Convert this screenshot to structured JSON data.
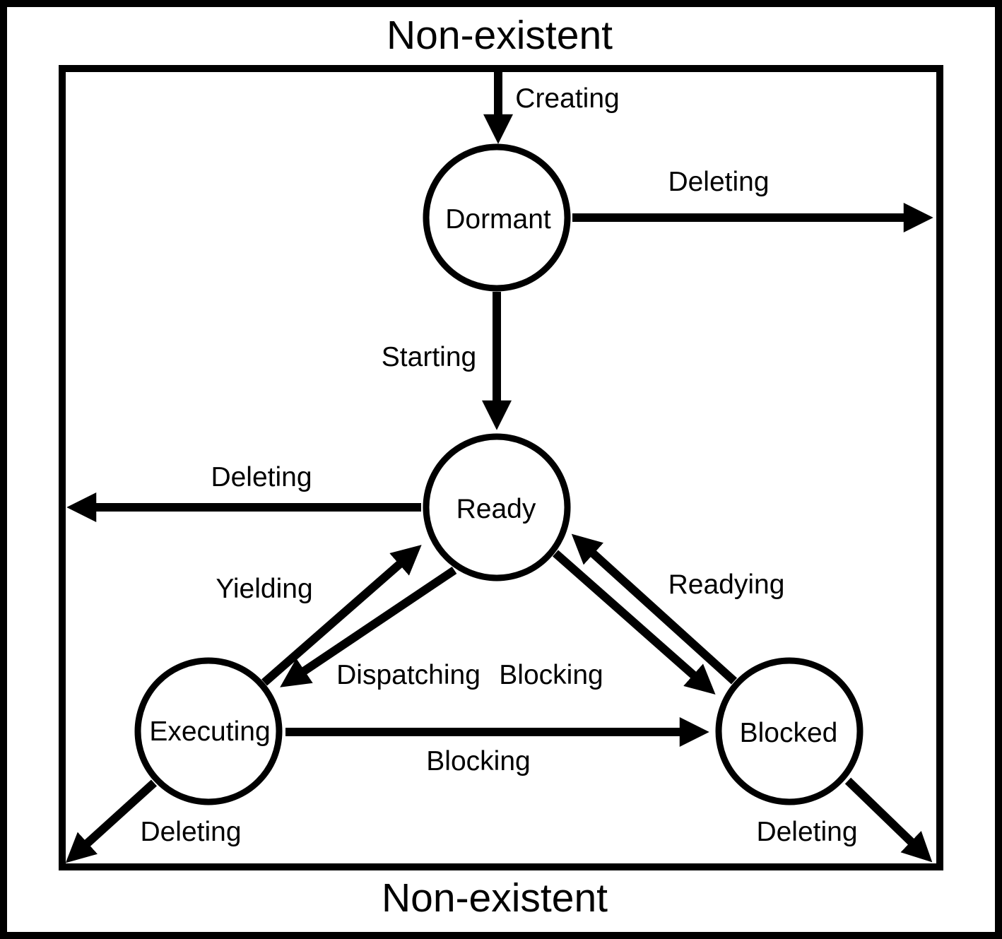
{
  "title_top": "Non-existent",
  "title_bottom": "Non-existent",
  "states": {
    "dormant": {
      "label": "Dormant"
    },
    "ready": {
      "label": "Ready"
    },
    "executing": {
      "label": "Executing"
    },
    "blocked": {
      "label": "Blocked"
    }
  },
  "transitions": {
    "creating": {
      "label": "Creating"
    },
    "deleting_from_dormant": {
      "label": "Deleting"
    },
    "starting": {
      "label": "Starting"
    },
    "deleting_from_ready": {
      "label": "Deleting"
    },
    "yielding": {
      "label": "Yielding"
    },
    "dispatching": {
      "label": "Dispatching"
    },
    "blocking_ready_to_blocked": {
      "label": "Blocking"
    },
    "readying": {
      "label": "Readying"
    },
    "blocking_executing_to_blocked": {
      "label": "Blocking"
    },
    "deleting_from_executing": {
      "label": "Deleting"
    },
    "deleting_from_blocked": {
      "label": "Deleting"
    }
  },
  "colors": {
    "stroke": "#000000",
    "background": "#ffffff"
  }
}
